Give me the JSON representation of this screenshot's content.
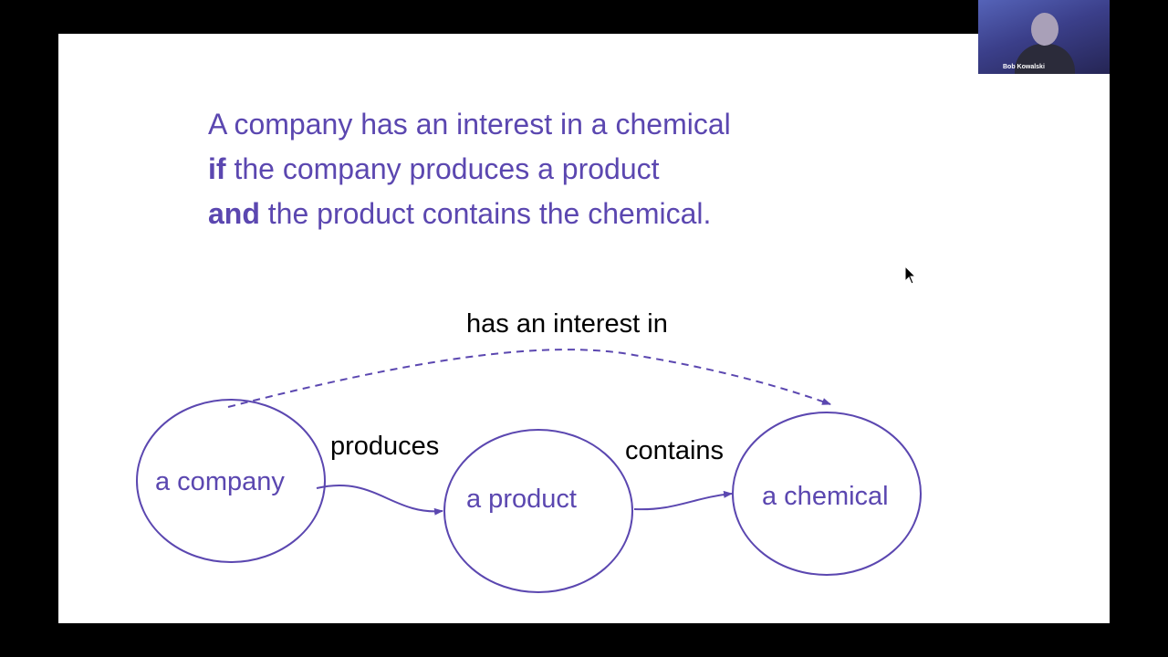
{
  "slide": {
    "rule": {
      "line1": "A company has an interest in a chemical",
      "line2_keyword": "if",
      "line2_text": " the company produces a product",
      "line3_keyword": "and",
      "line3_text": " the product contains the chemical."
    },
    "diagram": {
      "nodes": {
        "company": "a company",
        "product": "a product",
        "chemical": "a chemical"
      },
      "edges": {
        "produces": "produces",
        "contains": "contains",
        "has_interest": "has an interest in"
      }
    }
  },
  "webcam": {
    "participant_name": "Bob Kowalski"
  },
  "colors": {
    "text_accent": "#5b47b0",
    "slide_background": "#ffffff",
    "frame_background": "#000000"
  }
}
